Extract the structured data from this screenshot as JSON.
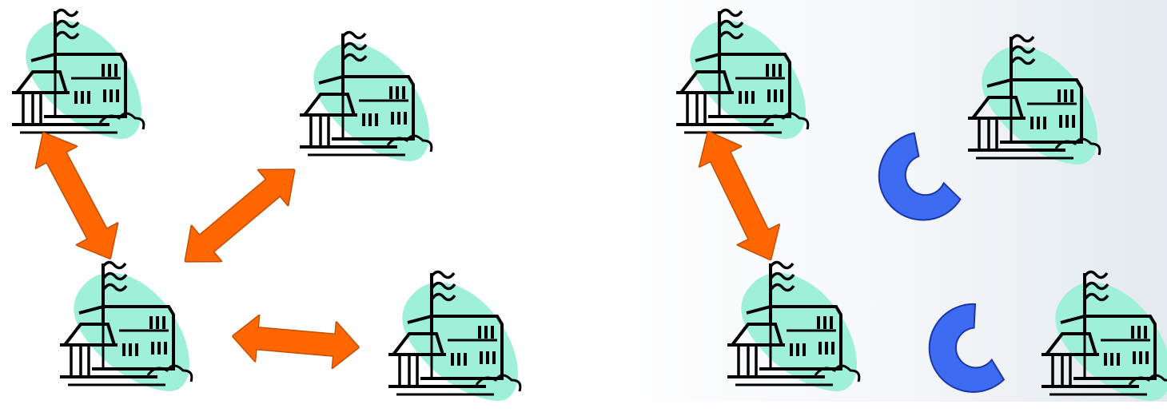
{
  "panels": [
    {
      "name": "connected-network",
      "factories": 4,
      "links": 3,
      "link_type": "double-arrow"
    },
    {
      "name": "partially-connected-network",
      "factories": 4,
      "links": 1,
      "link_type": "double-arrow",
      "broken_links": 2
    }
  ],
  "colors": {
    "factory_blob": "#9ff0d8",
    "factory_outline": "#000000",
    "arrow_fill": "#ff6600",
    "arrow_stroke": "#c24d00",
    "arc_fill": "#3d6bf2",
    "arc_stroke": "#1b35a8",
    "right_panel_bg": "#eef2f5"
  },
  "icons": {
    "factory": "factory-icon",
    "link": "double-arrow-icon",
    "broken_link": "broken-ring-icon"
  }
}
